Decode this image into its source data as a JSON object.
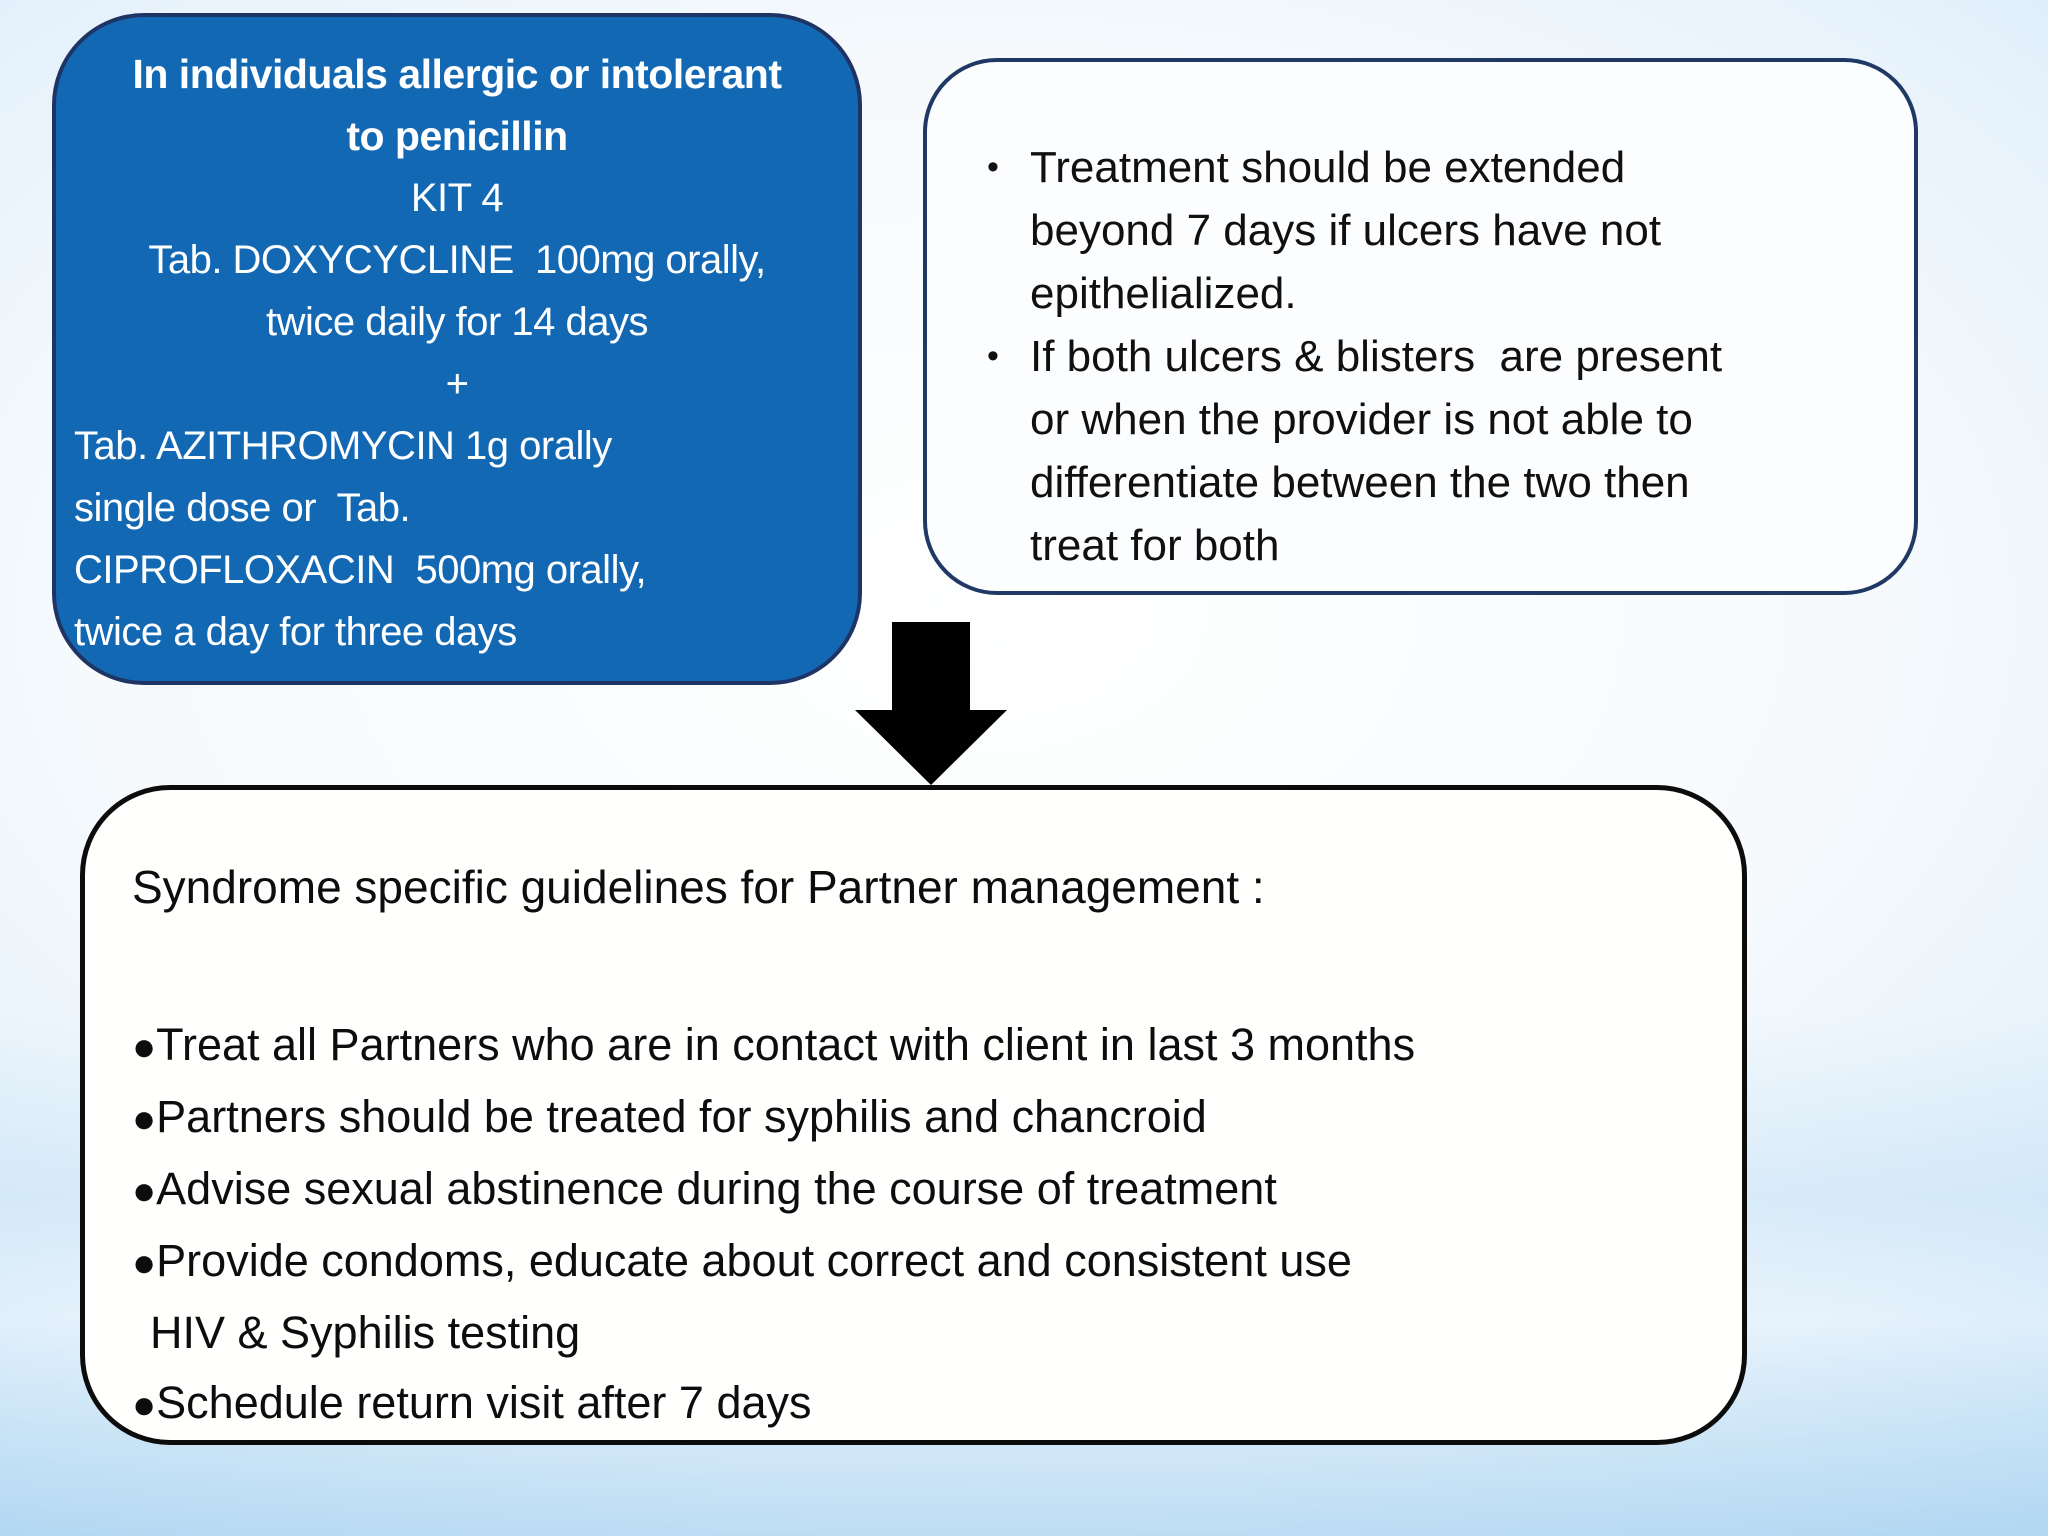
{
  "slide": {
    "background": {
      "edge_color": "#99ccee",
      "center_color": "#ffffff"
    },
    "blue_box": {
      "fill": "#1368b4",
      "border_color": "#1e3464",
      "text_color": "#ffffff",
      "lines": [
        {
          "text": "In individuals allergic or intolerant"
        },
        {
          "text": "to penicillin"
        },
        {
          "text": "KIT 4"
        },
        {
          "text": "Tab. DOXYCYCLINE  100mg orally,"
        },
        {
          "text": "twice daily for 14 days"
        },
        {
          "text": "+"
        },
        {
          "text": "Tab. AZITHROMYCIN 1g orally"
        },
        {
          "text": "single dose or  Tab."
        },
        {
          "text": "CIPROFLOXACIN  500mg orally,"
        },
        {
          "text": "twice a day for three days"
        }
      ]
    },
    "note_box": {
      "fill": "#fcfdff",
      "border_color": "#1f3864",
      "bullet_char": "•",
      "items": [
        {
          "text": "Treatment should be extended beyond 7 days if ulcers have not epithelialized.",
          "lines": [
            "Treatment should be extended",
            "beyond 7 days if ulcers have not",
            "epithelialized."
          ]
        },
        {
          "text": "If both ulcers & blisters are present or when the provider is not able to differentiate between the two then treat for both",
          "lines": [
            "If both ulcers & blisters  are present",
            "or when the provider is not able to",
            "differentiate between the two then",
            "treat for both"
          ]
        }
      ]
    },
    "arrow": {
      "direction": "down",
      "color": "#000000"
    },
    "partner_box": {
      "fill": "#fffffe",
      "border_color": "#0c0c0c",
      "bullet_char": "●",
      "title": "Syndrome specific guidelines for Partner management :",
      "items": [
        "Treat all Partners who are in contact with client in last 3 months",
        "Partners should be treated for syphilis and chancroid",
        "Advise sexual abstinence during the course of treatment",
        "Provide condoms, educate about correct and consistent use",
        "HIV & Syphilis testing",
        "Schedule return visit after 7 days"
      ]
    }
  }
}
